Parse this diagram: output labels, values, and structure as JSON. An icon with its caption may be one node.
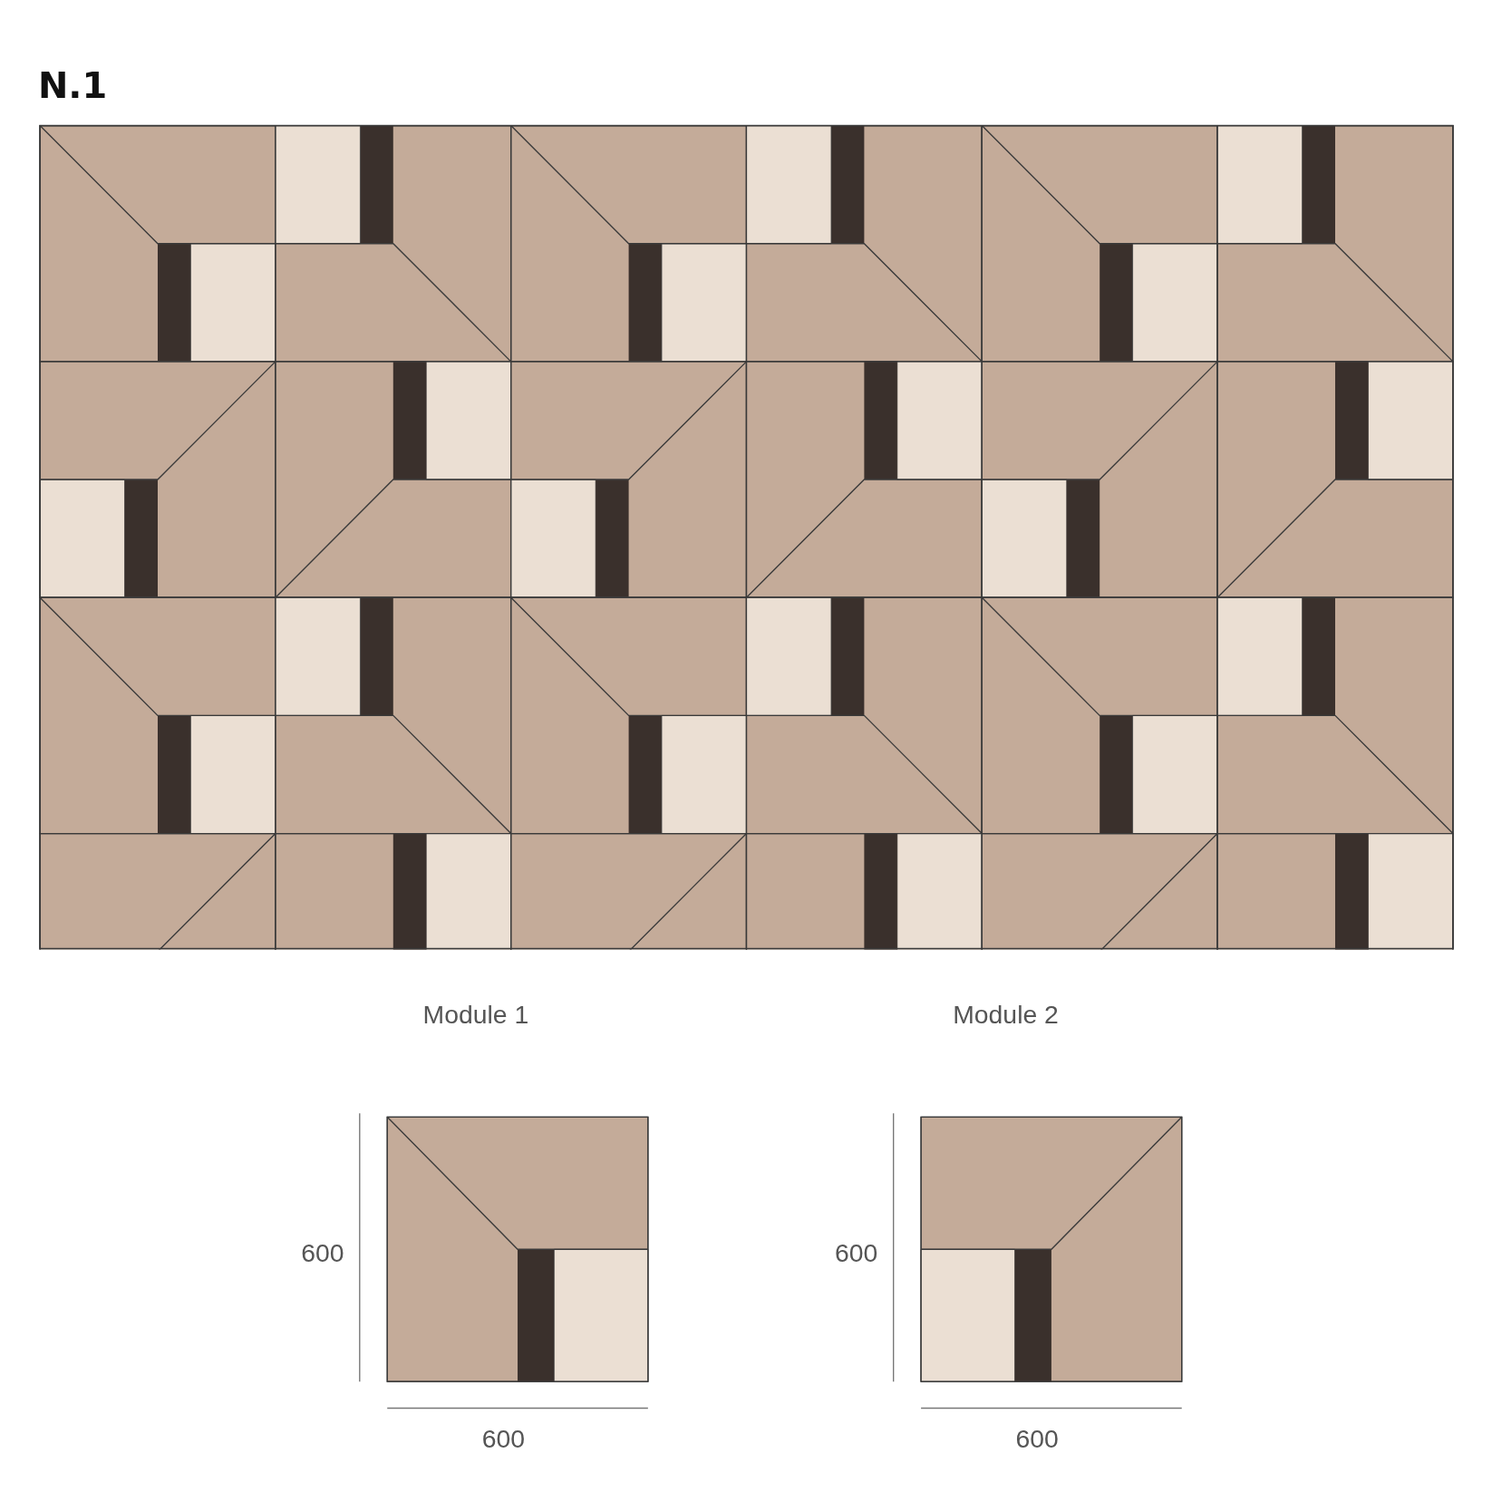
{
  "diagram": {
    "title": "N.1",
    "labels": [
      "Module 1",
      "Module 2",
      "600",
      "600",
      "600",
      "600"
    ]
  }
}
